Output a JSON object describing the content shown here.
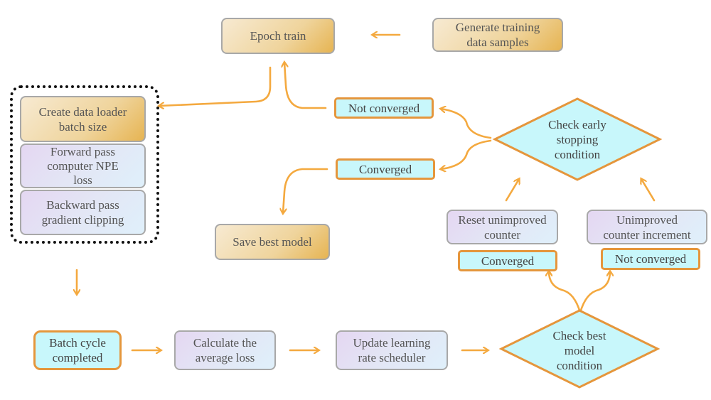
{
  "nodes": {
    "epoch_train": "Epoch train",
    "generate_data": "Generate training\ndata  samples",
    "create_loader": "Create data loader\nbatch size",
    "forward_pass": "Forward pass\ncomputer NPE\nloss",
    "backward_pass": "Backward pass\ngradient clipping",
    "not_converged_top": "Not converged",
    "converged_top": "Converged",
    "check_early_stopping": "Check early\nstopping\ncondition",
    "save_best_model": "Save best model",
    "reset_counter": "Reset unimproved\ncounter",
    "counter_increment": "Unimproved\ncounter increment",
    "converged_bottom": "Converged",
    "not_converged_bottom": "Not converged",
    "batch_cycle": "Batch cycle\ncompleted",
    "average_loss": "Calculate the\naverage loss",
    "update_scheduler": "Update learning\nrate scheduler",
    "check_best_model": "Check best\nmodel\ncondition"
  },
  "colors": {
    "arrow": "#f4a93f",
    "diamond_fill": "#c8f7fb",
    "diamond_stroke": "#e5963c"
  }
}
